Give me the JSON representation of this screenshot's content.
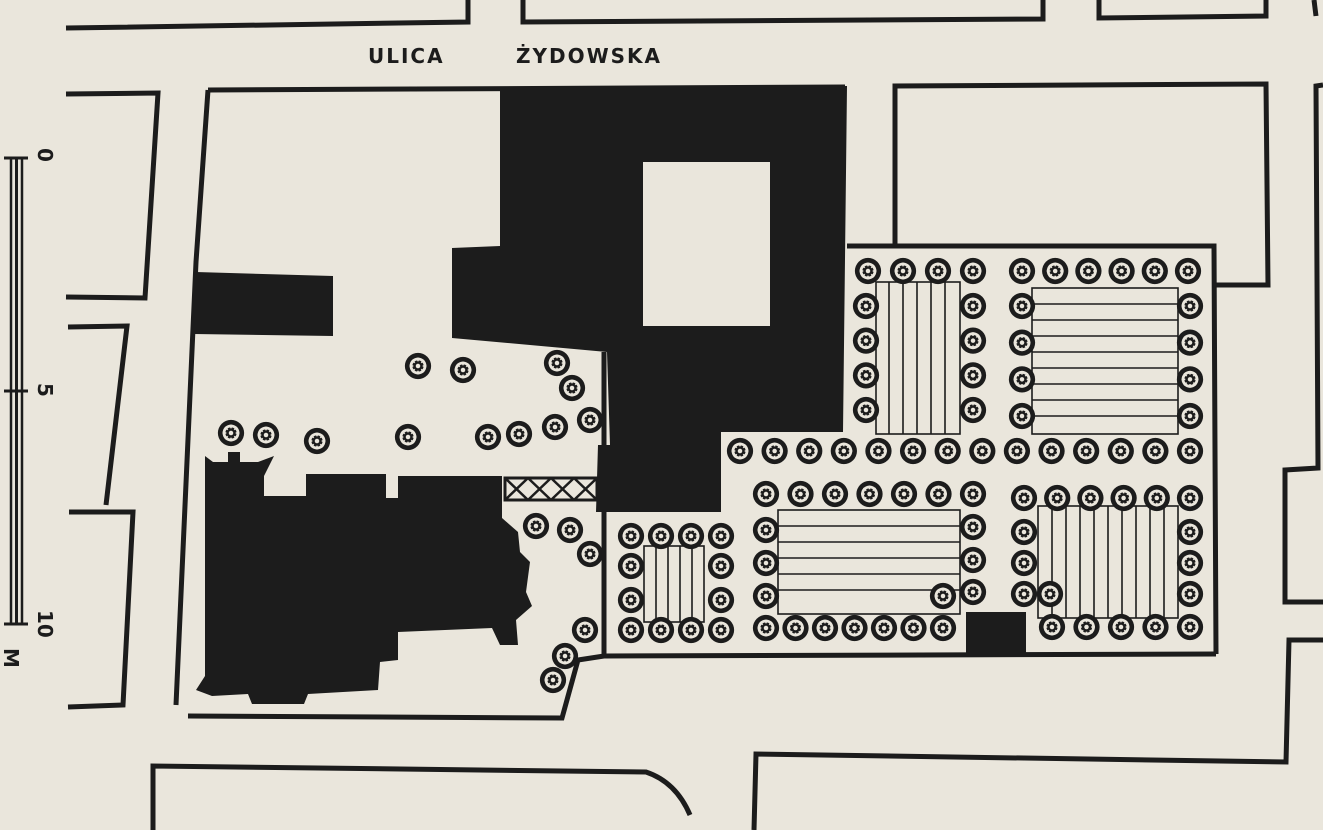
{
  "map": {
    "street": {
      "word1": "ULICA",
      "word2": "ŻYDOWSKA"
    },
    "scale": {
      "ticks": [
        "0",
        "5",
        "10"
      ],
      "unit": "M"
    },
    "colors": {
      "paper": "#eae6dc",
      "ink": "#1c1c1c"
    }
  }
}
